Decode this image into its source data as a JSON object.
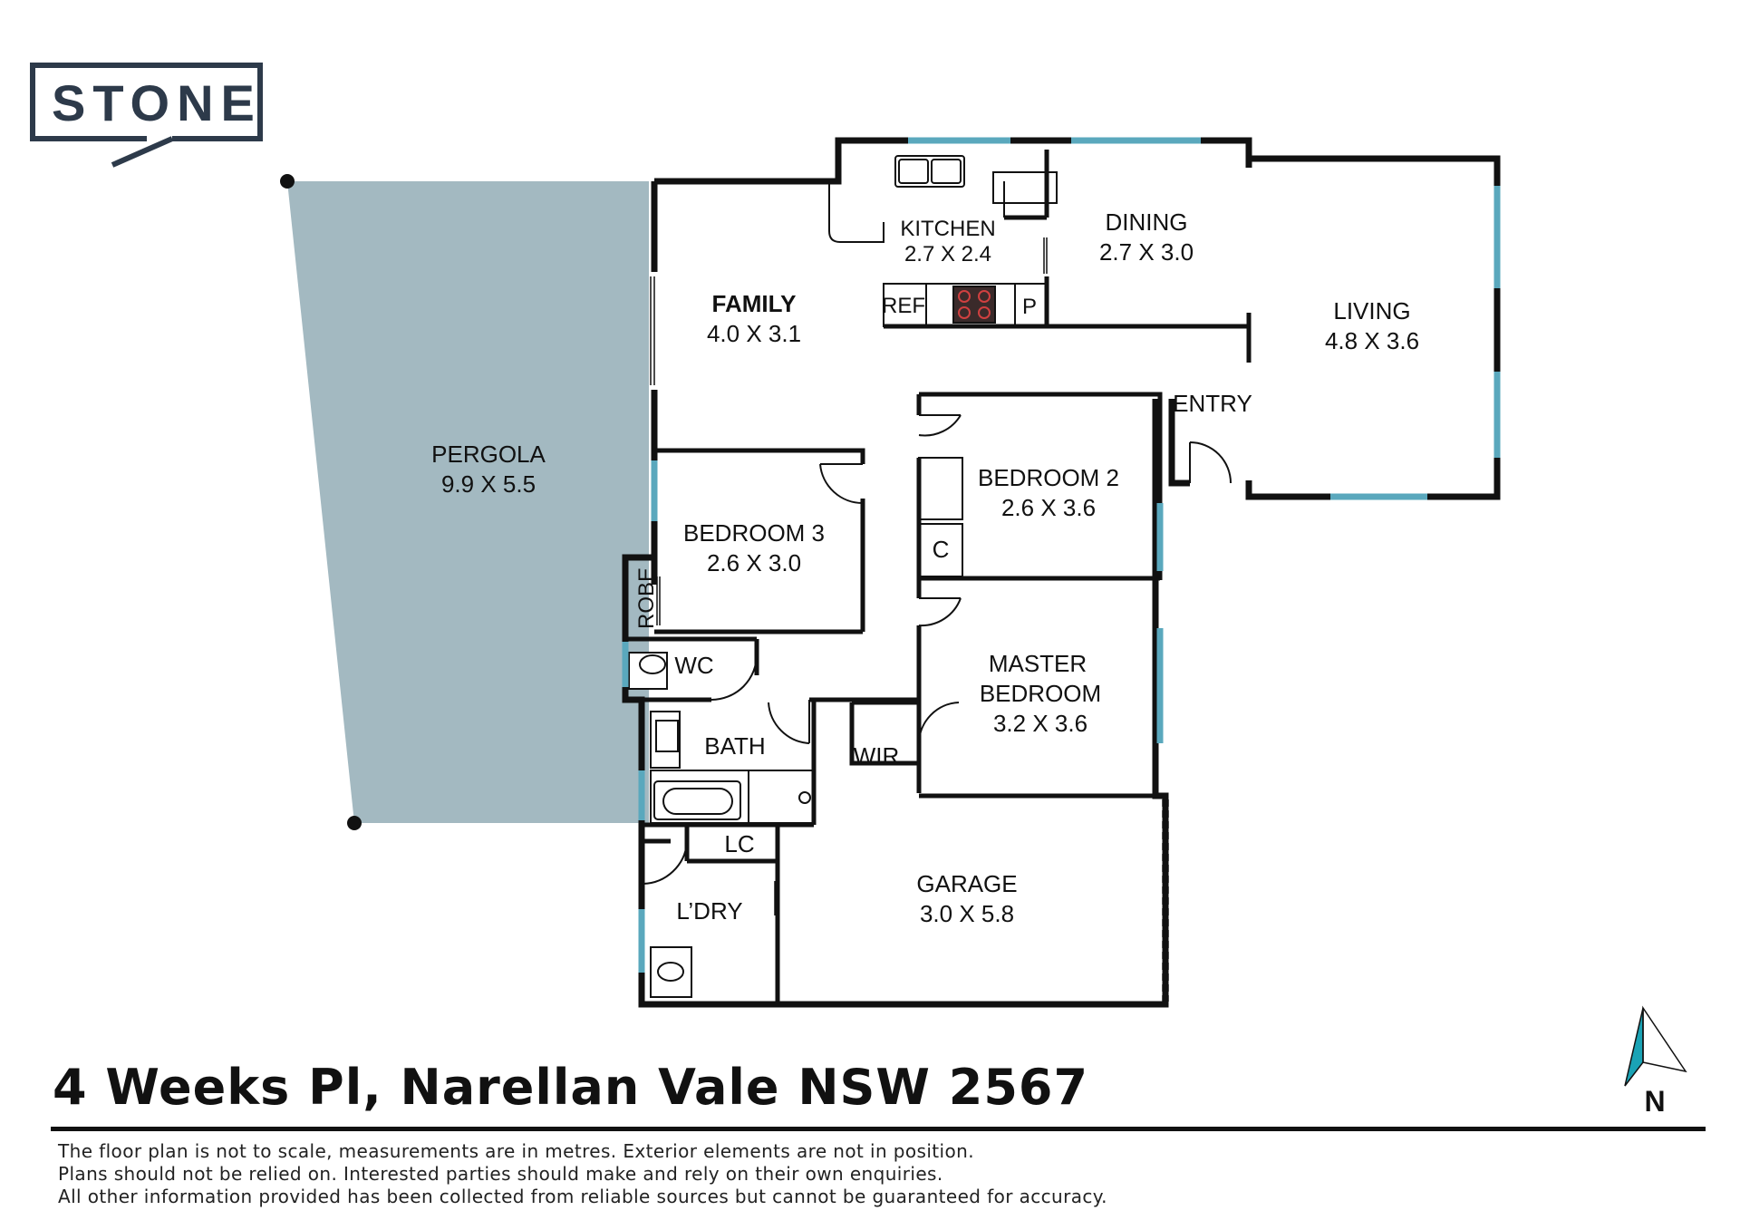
{
  "brand": {
    "logo_text": "STONE"
  },
  "rooms": {
    "pergola": {
      "name": "PERGOLA",
      "dims": "9.9 X 5.5"
    },
    "family": {
      "name": "FAMILY",
      "dims": "4.0 X 3.1"
    },
    "kitchen": {
      "name": "KITCHEN",
      "dims": "2.7 X 2.4"
    },
    "dining": {
      "name": "DINING",
      "dims": "2.7 X 3.0"
    },
    "living": {
      "name": "LIVING",
      "dims": "4.8 X 3.6"
    },
    "entry": {
      "name": "ENTRY"
    },
    "bedroom2": {
      "name": "BEDROOM 2",
      "dims": "2.6 X 3.6"
    },
    "bedroom3": {
      "name": "BEDROOM 3",
      "dims": "2.6 X 3.0"
    },
    "master": {
      "name_line1": "MASTER",
      "name_line2": "BEDROOM",
      "dims": "3.2 X 3.6"
    },
    "bath": {
      "name": "BATH"
    },
    "wc": {
      "name": "WC"
    },
    "wir": {
      "name": "WIR"
    },
    "robe": {
      "name": "ROBE"
    },
    "lc": {
      "name": "LC"
    },
    "laundry": {
      "name": "L’DRY"
    },
    "garage": {
      "name": "GARAGE",
      "dims": "3.0 X 5.8"
    },
    "closet": {
      "name": "C"
    }
  },
  "fixtures": {
    "ref": "REF",
    "pantry": "P"
  },
  "compass": {
    "label": "N"
  },
  "address": "4 Weeks Pl, Narellan Vale NSW 2567",
  "disclaimer": [
    "The floor plan is not to scale, measurements are in metres. Exterior elements are not in position.",
    "Plans should not be relied on. Interested parties should make and rely on their own enquiries.",
    "All other information provided has been collected from reliable sources but cannot be guaranteed for accuracy."
  ],
  "colors": {
    "pergola_fill": "#a3b9c1",
    "wall": "#111111",
    "window": "#5aa8bd",
    "logo": "#2d3a4a",
    "compass": "#1aa3b5"
  }
}
